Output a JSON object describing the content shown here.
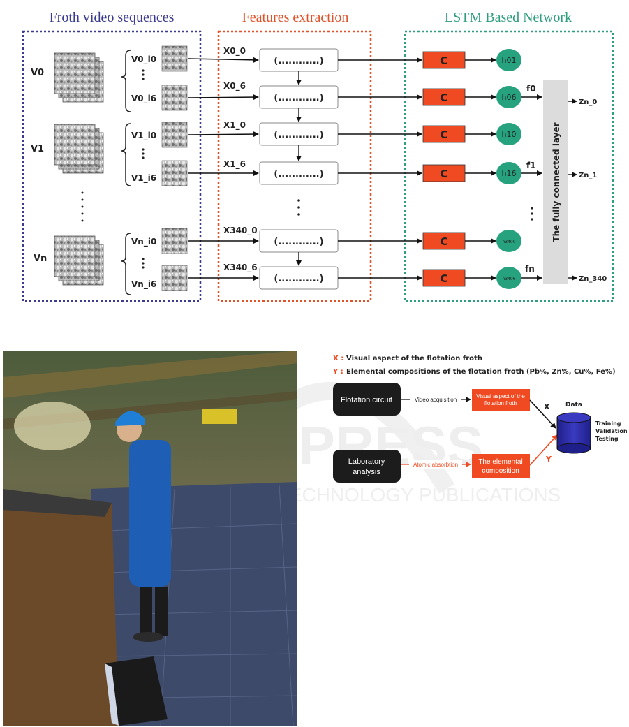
{
  "top_diagram": {
    "section_titles": {
      "froth": "Froth video sequences",
      "features": "Features extraction",
      "lstm": "LSTM Based Network"
    },
    "videos": [
      "V0",
      "V1",
      "Vn"
    ],
    "frames": [
      "V0_i0",
      "V0_i6",
      "V1_i0",
      "V1_i6",
      "Vn_i0",
      "Vn_i6"
    ],
    "feature_labels": [
      "X0_0",
      "X0_6",
      "X1_0",
      "X1_6",
      "X340_0",
      "X340_6"
    ],
    "feature_box_text": "(............)",
    "cell_label": "C",
    "hidden_states": [
      "h01",
      "h06",
      "h10",
      "h16",
      "h3400",
      "h3406"
    ],
    "fc_layer_label": "The fully connected layer",
    "f_labels": [
      "f0",
      "f1",
      "fn"
    ],
    "outputs": [
      "Zn_0",
      "Zn_1",
      "Zn_340"
    ],
    "colors": {
      "froth_border": "#3b3b8f",
      "features_border": "#e0522a",
      "lstm_border": "#2e9e7e",
      "cell_fill": "#ef4a22",
      "hidden_fill": "#26a37e",
      "fc_fill": "#dcdcdc"
    }
  },
  "photo": {
    "description_icon": "industrial-plant-photo"
  },
  "workflow": {
    "x_legend_key": "X :",
    "x_legend_text": "Visual aspect of the flotation froth",
    "y_legend_key": "Y :",
    "y_legend_text": "Elemental compositions of the flotation froth (Pb%, Zn%, Cu%, Fe%)",
    "flotation_circuit": "Flotation circuit",
    "video_acquisition": "Video acquisition",
    "visual_aspect_line1": "Visual aspect of the",
    "visual_aspect_line2": "flotation froth",
    "laboratory_line1": "Laboratory",
    "laboratory_line2": "analysis",
    "atomic_absorption": "Atomic absorbtion",
    "elemental_line1": "The elemental",
    "elemental_line2": "composition",
    "x_label": "X",
    "y_label": "Y",
    "data_label": "Data",
    "db_items": [
      "Training",
      "Validation",
      "Testing"
    ],
    "colors": {
      "dark_box": "#1c1c1c",
      "orange": "#ef4a22",
      "db_fill": "#2f2fa8"
    }
  },
  "watermark": {
    "line1": "PRESS",
    "line2": "TECHNOLOGY PUBLICATIONS"
  }
}
